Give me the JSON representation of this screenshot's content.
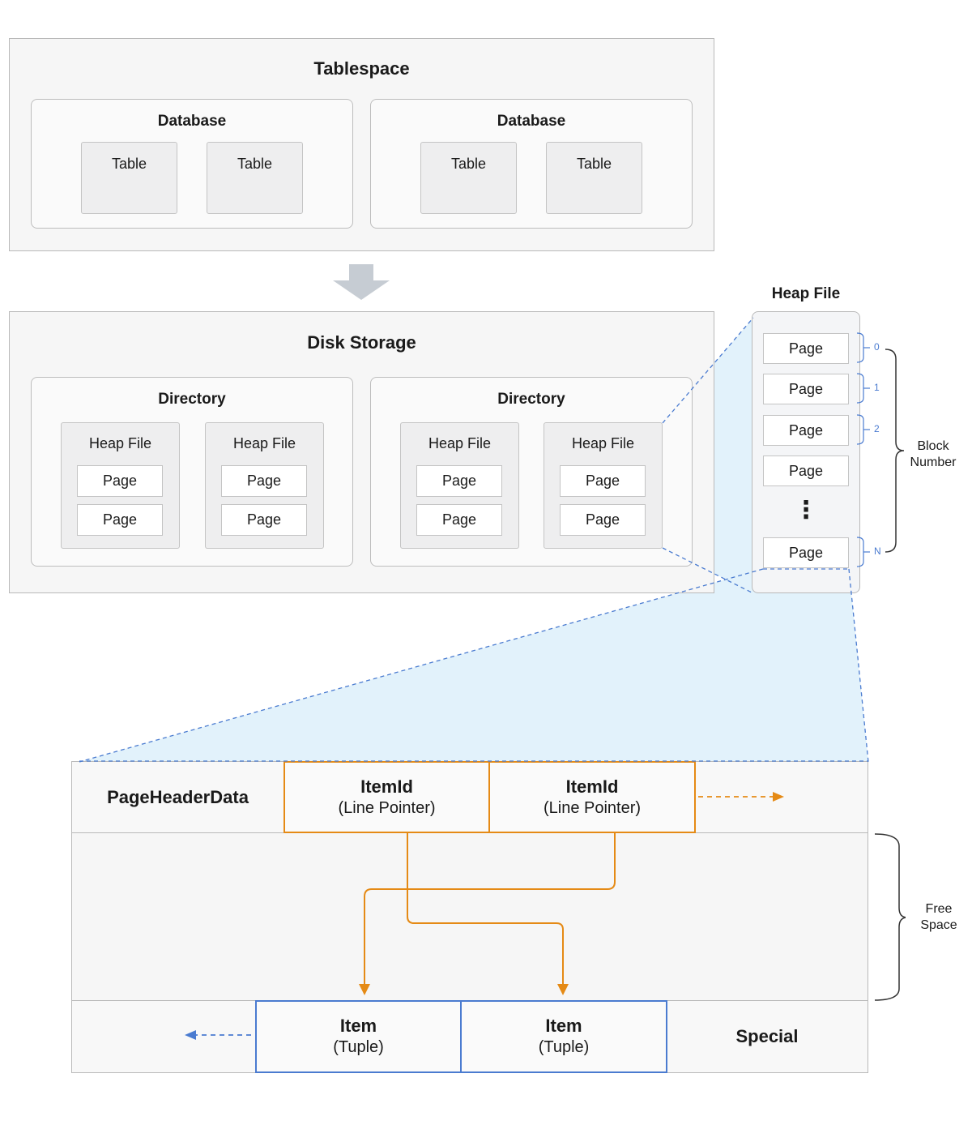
{
  "tablespace": {
    "title": "Tablespace",
    "databases": [
      {
        "title": "Database",
        "tables": [
          "Table",
          "Table"
        ]
      },
      {
        "title": "Database",
        "tables": [
          "Table",
          "Table"
        ]
      }
    ]
  },
  "disk_storage": {
    "title": "Disk Storage",
    "directories": [
      {
        "title": "Directory",
        "heap_files": [
          {
            "title": "Heap File",
            "pages": [
              "Page",
              "Page"
            ]
          },
          {
            "title": "Heap File",
            "pages": [
              "Page",
              "Page"
            ]
          }
        ]
      },
      {
        "title": "Directory",
        "heap_files": [
          {
            "title": "Heap File",
            "pages": [
              "Page",
              "Page"
            ]
          },
          {
            "title": "Heap File",
            "pages": [
              "Page",
              "Page"
            ]
          }
        ]
      }
    ]
  },
  "heap_file_detail": {
    "title": "Heap File",
    "pages": [
      "Page",
      "Page",
      "Page",
      "Page",
      "Page"
    ],
    "ellipsis": "⋮",
    "block_indices": [
      "0",
      "1",
      "2",
      "N"
    ],
    "brace_label": "Block\nNumber"
  },
  "page_layout": {
    "header": "PageHeaderData",
    "item_ids": [
      {
        "title": "ItemId",
        "subtitle": "(Line Pointer)"
      },
      {
        "title": "ItemId",
        "subtitle": "(Line Pointer)"
      }
    ],
    "items": [
      {
        "title": "Item",
        "subtitle": "(Tuple)"
      },
      {
        "title": "Item",
        "subtitle": "(Tuple)"
      }
    ],
    "special": "Special",
    "free_space_label": "Free\nSpace"
  },
  "colors": {
    "orange": "#e58a15",
    "blue": "#4a7bd0",
    "zoom_fill": "#e2f2fb",
    "arrow_grey": "#c6ccd3"
  }
}
